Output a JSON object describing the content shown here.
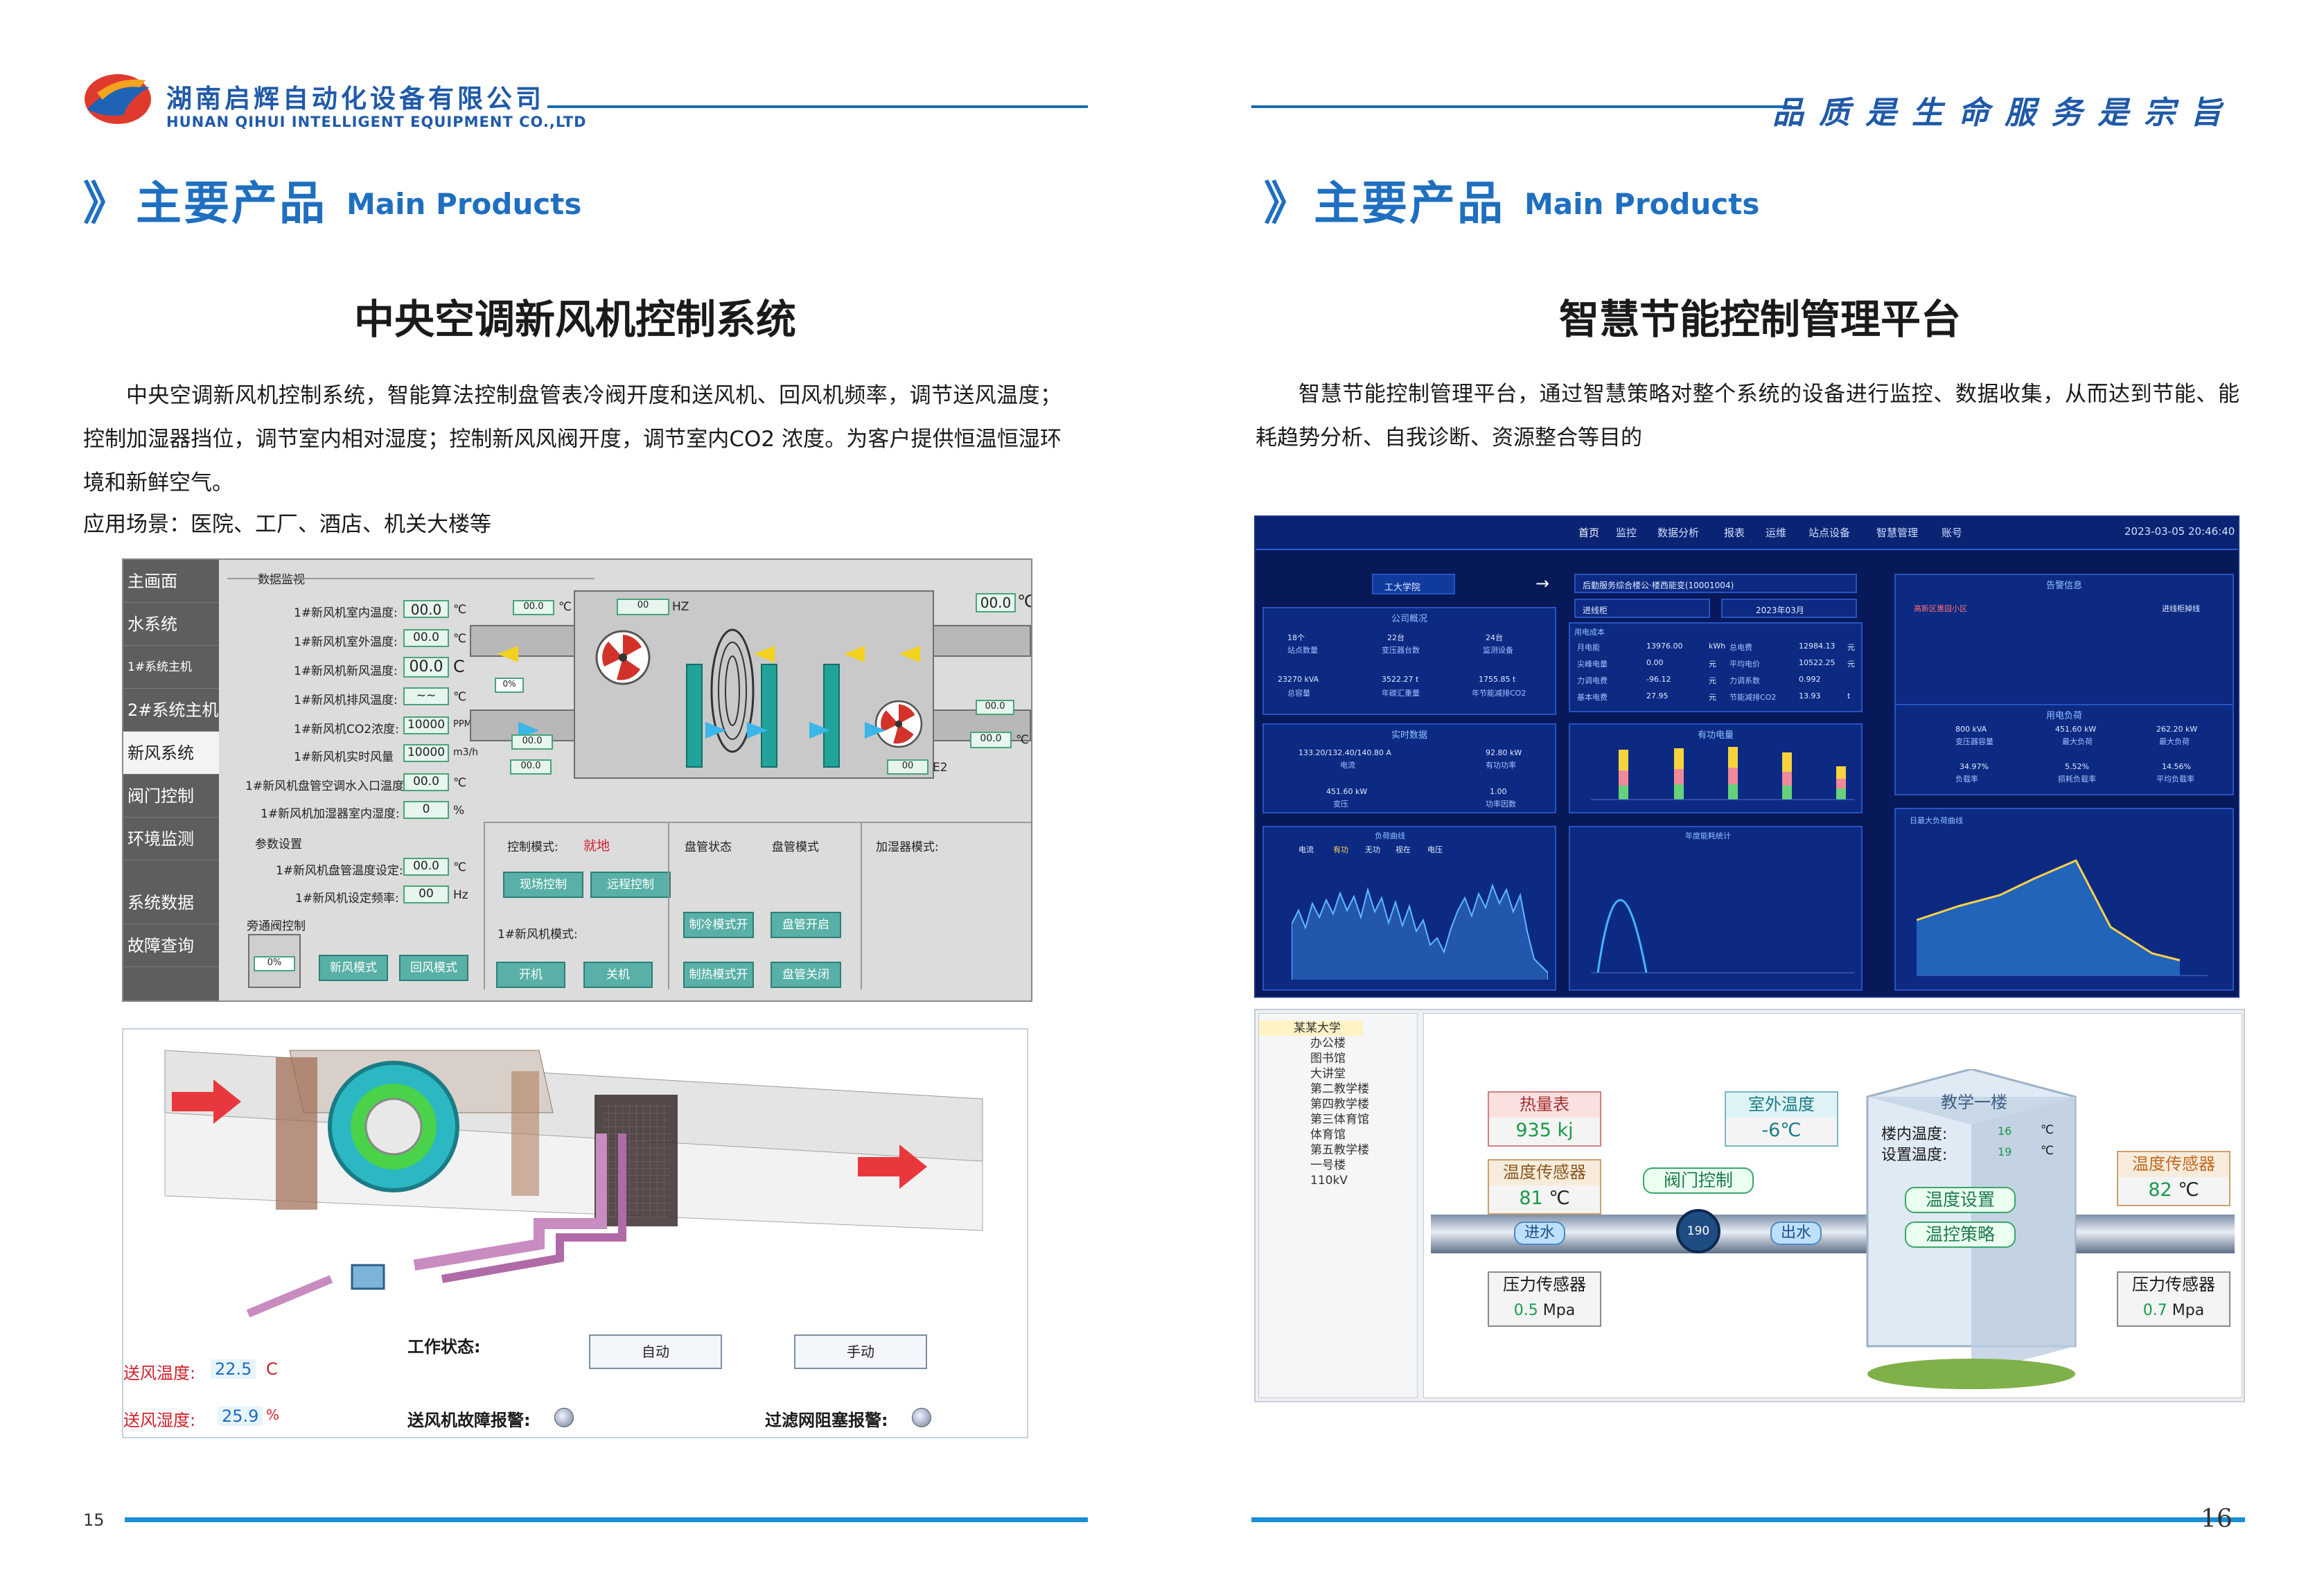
{
  "header": {
    "company_cn": "湖南启辉自动化设备有限公司",
    "company_en": "HUNAN QIHUI INTELLIGENT EQUIPMENT CO.,LTD",
    "motto": "品质是生命服务是宗旨"
  },
  "left": {
    "section_cn": "主要产品",
    "section_en": "Main Products",
    "product_title": "中央空调新风机控制系统",
    "paragraph_1": "中央空调新风机控制系统，智能算法控制盘管表冷阀开度和送风机、回风机频率，调节送风温度；控制加湿器挡位，调节室内相对湿度；控制新风风阀开度，调节室内CO2 浓度。为客户提供恒温恒湿环境和新鲜空气。",
    "paragraph_2": "应用场景：医院、工厂、酒店、机关大楼等",
    "page_number": "15",
    "hmi": {
      "menu": [
        "主画面",
        "水系统",
        "1#系统主机",
        "2#系统主机",
        "新风系统",
        "阀门控制",
        "环境监测",
        "系统数据",
        "故障查询"
      ],
      "active_menu": "新风系统",
      "data_section": "数据监视",
      "readings": [
        {
          "label": "1#新风机室内温度:",
          "value": "00.0",
          "unit": "℃"
        },
        {
          "label": "1#新风机室外温度:",
          "value": "00.0",
          "unit": "℃"
        },
        {
          "label": "1#新风机新风温度:",
          "value": "00.0",
          "unit": "C"
        },
        {
          "label": "1#新风机排风温度:",
          "value": "~~",
          "unit": "℃"
        },
        {
          "label": "1#新风机CO2浓度:",
          "value": "10000",
          "unit": "PPM"
        },
        {
          "label": "1#新风机实时风量",
          "value": "10000",
          "unit": "m3/h"
        },
        {
          "label": "1#新风机盘管空调水入口温度:",
          "value": "00.0",
          "unit": "℃"
        },
        {
          "label": "1#新风机加湿器室内湿度:",
          "value": "0",
          "unit": "%"
        }
      ],
      "param_section": "参数设置",
      "params": [
        {
          "label": "1#新风机盘管温度设定:",
          "value": "00.0",
          "unit": "℃"
        },
        {
          "label": "1#新风机设定频率:",
          "value": "00",
          "unit": "Hz"
        }
      ],
      "bypass_section": "旁通阀控制",
      "bypass_value": "0%",
      "bypass_buttons": [
        "新风模式",
        "回风模式"
      ],
      "control_mode_label": "控制模式:",
      "control_mode_value": "就地",
      "control_buttons": [
        "现场控制",
        "远程控制"
      ],
      "fan_mode_label": "1#新风机模式:",
      "fan_buttons": [
        "开机",
        "关机"
      ],
      "coil_status_label": "盘管状态",
      "coil_mode_label": "盘管模式",
      "coil_buttons": [
        "制冷模式开",
        "盘管开启",
        "制热模式开",
        "盘管关闭"
      ],
      "humidifier_label": "加湿器模式:",
      "diagram_values": [
        "00.0",
        "00",
        "00.0",
        "00.0",
        "00.0",
        "00.0",
        "00",
        "00.0",
        "0%"
      ],
      "diagram_units": [
        "℃",
        "HZ",
        "℃",
        "℃",
        "E2"
      ]
    },
    "ahu": {
      "supply_temp_label": "送风温度:",
      "supply_temp_value": "22.5",
      "supply_temp_unit": "C",
      "supply_humidity_label": "送风湿度:",
      "supply_humidity_value": "25.9",
      "supply_humidity_unit": "%",
      "work_status_label": "工作状态:",
      "auto_button": "自动",
      "manual_button": "手动",
      "fan_alarm_label": "送风机故障报警:",
      "filter_alarm_label": "过滤网阻塞报警:"
    }
  },
  "right": {
    "section_cn": "主要产品",
    "section_en": "Main Products",
    "product_title": "智慧节能控制管理平台",
    "paragraph_1": "智慧节能控制管理平台，通过智慧策略对整个系统的设备进行监控、数据收集，从而达到节能、能耗趋势分析、自我诊断、资源整合等目的",
    "page_number": "16",
    "dashboard": {
      "nav": [
        "首页",
        "监控",
        "数据分析",
        "报表",
        "运维",
        "站点设备",
        "智慧管理",
        "账号"
      ],
      "datetime": "2023-03-05 20:46:40",
      "selectors": [
        "工大学院",
        "后勤服务综合楼公·楼西能变(10001004)",
        "进线柜",
        "2023年03月"
      ],
      "alarm_title": "告警信息",
      "alarm_row": [
        "高新区惠园小区",
        "进线柜掉线"
      ],
      "company_title": "公司概况",
      "company_stats": [
        {
          "value": "18个",
          "label": "站点数量"
        },
        {
          "value": "22台",
          "label": "变压器台数"
        },
        {
          "value": "24台",
          "label": "监测设备"
        },
        {
          "value": "23270 kVA",
          "label": "总容量"
        },
        {
          "value": "3522.27 t",
          "label": "年碳汇重量"
        },
        {
          "value": "1755.85 t",
          "label": "年节能减排CO2"
        }
      ],
      "cost_title": "用电成本",
      "cost_rows": [
        [
          "月电能",
          "13976.00",
          "kWh",
          "总电费",
          "12984.13",
          "元"
        ],
        [
          "尖峰电量",
          "0.00",
          "元",
          "平均电价",
          "10522.25",
          "元"
        ],
        [
          "力调电费",
          "-96.12",
          "元",
          "力调系数",
          "0.992",
          ""
        ],
        [
          "基本电费",
          "27.95",
          "元",
          "节能减排CO2",
          "13.93",
          "t"
        ]
      ],
      "realtime_title": "实时数据",
      "realtime": [
        {
          "value": "133.20/132.40/140.80 A",
          "label": "电流"
        },
        {
          "value": "92.80 kW",
          "label": "有功功率"
        },
        {
          "value": "451.60 kW",
          "label": "变压"
        },
        {
          "value": "1.00",
          "label": "功率因数"
        }
      ],
      "energy_title": "有功电量",
      "load_title": "用电负荷",
      "load_stats": [
        {
          "value": "800 kVA",
          "label": "变压器容量"
        },
        {
          "value": "451.60 kW",
          "label": "最大负荷"
        },
        {
          "value": "262.20 kW",
          "label": "最大负荷"
        },
        {
          "value": "34.97%",
          "label": "负载率"
        },
        {
          "value": "5.52%",
          "label": "损耗负载率"
        },
        {
          "value": "14.56%",
          "label": "平均负载率"
        }
      ],
      "curve_title": "负荷曲线",
      "curve_tabs": [
        "电流",
        "有功",
        "无功",
        "视在",
        "电压"
      ],
      "yearly_title": "年度能耗统计",
      "daily_title": "日最大负荷曲线"
    },
    "scada": {
      "tree_root": "某某大学",
      "tree_items": [
        "办公楼",
        "图书馆",
        "大讲堂",
        "第二教学楼",
        "第四教学楼",
        "第三体育馆",
        "体育馆",
        "第五教学楼",
        "一号楼",
        "110kV"
      ],
      "heat_meter_label": "热量表",
      "heat_meter_value": "935",
      "heat_meter_unit": "kj",
      "outdoor_temp_label": "室外温度",
      "outdoor_temp_value": "-6",
      "outdoor_temp_unit": "℃",
      "building_label": "教学一楼",
      "indoor_temp_label": "楼内温度:",
      "indoor_temp_value": "16",
      "set_temp_label": "设置温度:",
      "set_temp_value": "19",
      "temp_unit": "℃",
      "temp_sensor_label": "温度传感器",
      "temp_sensor_left_value": "81",
      "temp_sensor_right_value": "82",
      "valve_label": "阀门控制",
      "valve_value": "190",
      "inlet_label": "进水",
      "outlet_label": "出水",
      "temp_setting_btn": "温度设置",
      "temp_strategy_btn": "温控策略",
      "pressure_label": "压力传感器",
      "pressure_value": "0.5",
      "pressure_value_right": "0.7",
      "pressure_unit": "Mpa"
    }
  },
  "colors": {
    "brand_blue": "#1f6fc0",
    "line_blue": "#1a6bb5",
    "dashboard_bg": "#08195a"
  }
}
